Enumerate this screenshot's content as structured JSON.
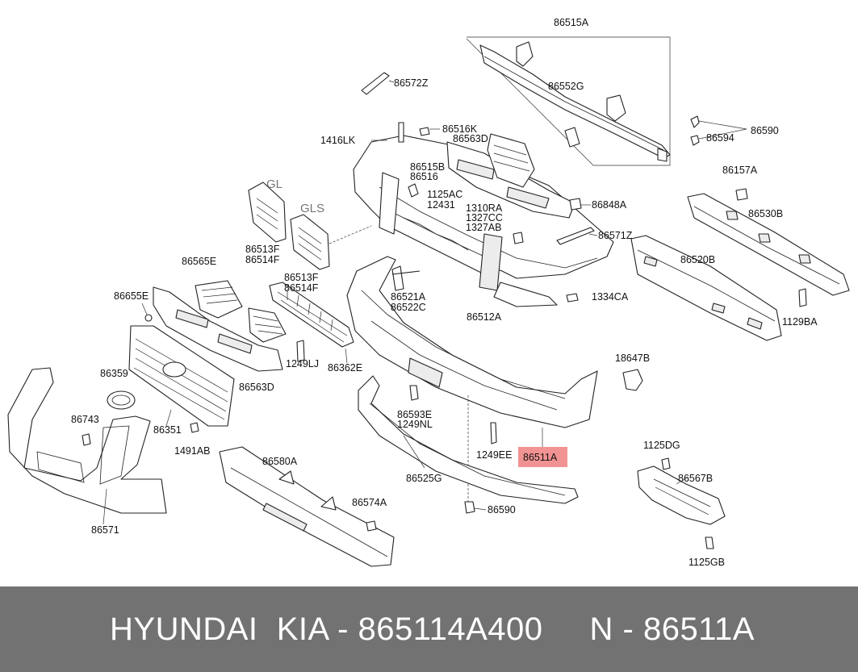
{
  "diagram": {
    "variant_labels": {
      "gl": "GL",
      "gls": "GLS"
    },
    "highlight": {
      "label": "86511A",
      "color": "#f08080"
    },
    "parts": {
      "p86515A": "86515A",
      "p86552G": "86552G",
      "p86572Z": "86572Z",
      "p86590_top": "86590",
      "p86594": "86594",
      "p1416LK": "1416LK",
      "p86516K": "86516K",
      "p86563D_top": "86563D",
      "p86515B": "86515B",
      "p86516": "86516",
      "p1125AC": "1125AC",
      "p12431": "12431",
      "p86157A": "86157A",
      "p86848A": "86848A",
      "p1310RA": "1310RA",
      "p1327CC": "1327CC",
      "p1327AB": "1327AB",
      "p86530B": "86530B",
      "p86571Z": "86571Z",
      "p86513F_gl": "86513F",
      "p86514F_gl": "86514F",
      "p86513F_gls": "86513F",
      "p86514F_gls": "86514F",
      "p86565E": "86565E",
      "p86521A": "86521A",
      "p86522C": "86522C",
      "p86520B": "86520B",
      "p86655E": "86655E",
      "p1334CA": "1334CA",
      "p86512A": "86512A",
      "p1129BA": "1129BA",
      "p1249LJ": "1249LJ",
      "p86362E": "86362E",
      "p86359": "86359",
      "p18647B": "18647B",
      "p86563D_bottom": "86563D",
      "p86593E": "86593E",
      "p1249NL": "1249NL",
      "p86743": "86743",
      "p86351": "86351",
      "p1249EE": "1249EE",
      "p86511A": "86511A",
      "p1491AB": "1491AB",
      "p1125DG": "1125DG",
      "p86580A": "86580A",
      "p86525G": "86525G",
      "p86567B": "86567B",
      "p86574A": "86574A",
      "p86590_bottom": "86590",
      "p86571": "86571",
      "p1125GB": "1125GB"
    }
  },
  "footer": {
    "text": "HYUNDAI  KIA - 865114A400     N - 86511A",
    "background": "#727272",
    "text_color": "#ffffff"
  }
}
